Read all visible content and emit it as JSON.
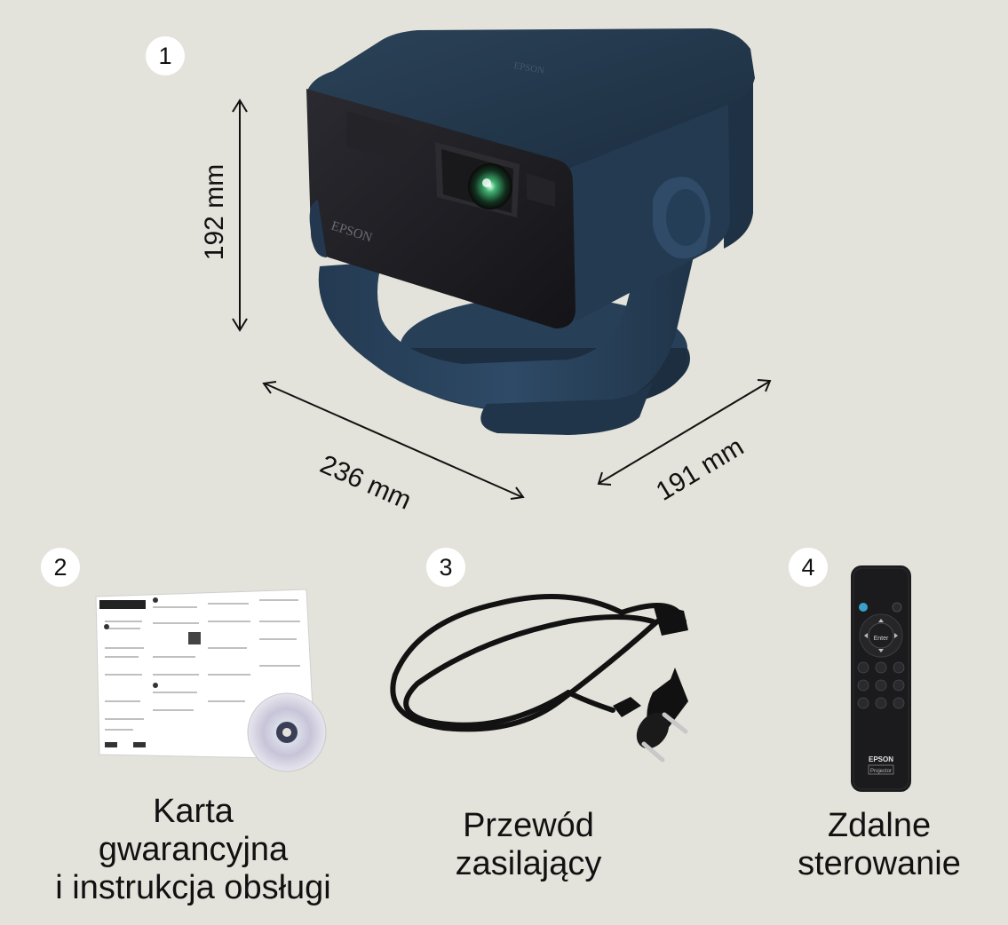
{
  "items": [
    {
      "number": "1"
    },
    {
      "number": "2",
      "caption_lines": [
        "Karta",
        "gwarancyjna",
        "i instrukcja obsługi"
      ]
    },
    {
      "number": "3",
      "caption_lines": [
        "Przewód",
        "zasilający"
      ]
    },
    {
      "number": "4",
      "caption_lines": [
        "Zdalne",
        "sterowanie"
      ]
    }
  ],
  "dimensions": {
    "height": "192 mm",
    "width": "236 mm",
    "depth": "191 mm"
  },
  "brand": {
    "projector_logo": "EPSON",
    "remote_logo": "EPSON",
    "remote_sub": "Projector",
    "remote_enter": "Enter"
  },
  "colors": {
    "background": "#e4e3db",
    "projector_body": "#22364a",
    "projector_face": "#1d1d22",
    "lens": "#2f8a5a",
    "remote_body": "#1b1b1d"
  }
}
